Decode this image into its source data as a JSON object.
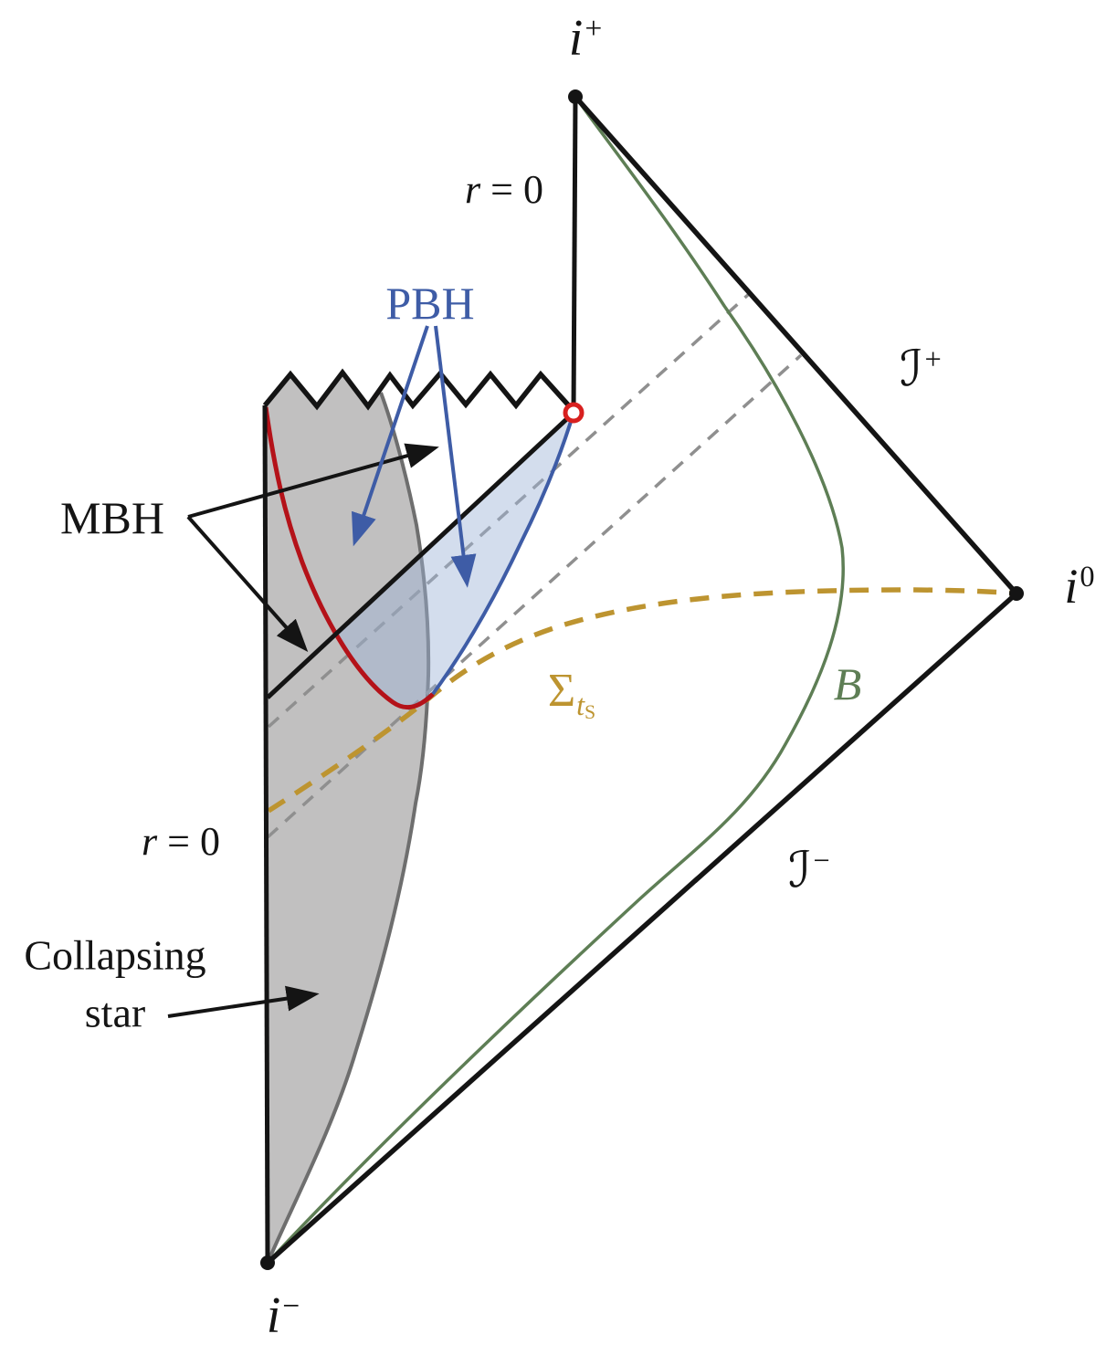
{
  "colors": {
    "line_black": "#141414",
    "pbh_blue": "#3E5CA6",
    "pbh_fill": "#9DB4D6",
    "red_curve": "#B41219",
    "red_circle": "#D8201F",
    "gold": "#BD9430",
    "green": "#5E7E55",
    "star_fill": "#C1C0C0",
    "star_stroke": "#6E6E6E",
    "dashed_gray": "#8F8F8F"
  },
  "labels": {
    "i_plus": {
      "base": "i",
      "sup": "+"
    },
    "r_zero_top": {
      "var": "r",
      "eq": " = 0"
    },
    "pbh": "PBH",
    "mbh": "MBH",
    "scri_plus": {
      "base": "ℐ",
      "sup": "+"
    },
    "i_zero": {
      "base": "i",
      "sup": "0"
    },
    "sigma_ts": {
      "base": "Σ",
      "sub": "t",
      "subsub": "S"
    },
    "b": "B",
    "scri_minus": {
      "base": "ℐ",
      "sup": "−"
    },
    "r_zero_mid": {
      "var": "r",
      "eq": " = 0"
    },
    "collapsing_star": {
      "line1": "Collapsing",
      "line2": "star"
    },
    "i_minus": {
      "base": "i",
      "sup": "−"
    }
  }
}
